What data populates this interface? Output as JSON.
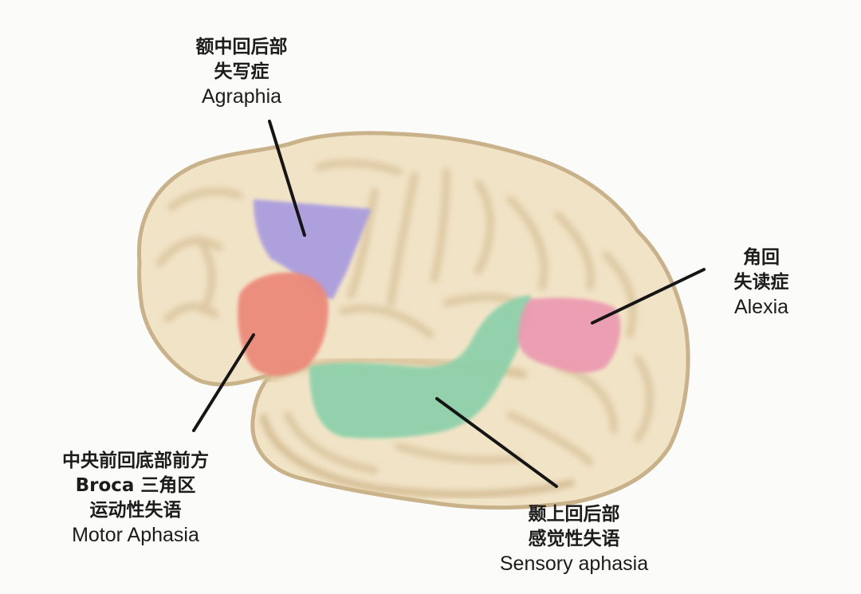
{
  "diagram": {
    "subject": "Lateral view of the left cerebral hemisphere showing language areas",
    "colors": {
      "background": "#fbfbfa",
      "brain_fill": "#f1e3c6",
      "brain_outline": "#c9b28a",
      "gyri_shadow": "#dcc7a0",
      "agraphia_region": "#a89be0",
      "broca_region": "#ec8a7a",
      "alexia_region": "#ec9bb1",
      "sensory_region": "#8fd1ab",
      "leader_line": "#151515"
    },
    "labels": {
      "agraphia": {
        "line1": "额中回后部",
        "line2": "失写症",
        "english": "Agraphia"
      },
      "alexia": {
        "line1": "角回",
        "line2": "失读症",
        "english": "Alexia"
      },
      "broca": {
        "line1": "中央前回底部前方",
        "line2": "Broca 三角区",
        "line3": "运动性失语",
        "english": "Motor Aphasia"
      },
      "sensory": {
        "line1": "颞上回后部",
        "line2": "感觉性失语",
        "english": "Sensory aphasia"
      }
    }
  }
}
